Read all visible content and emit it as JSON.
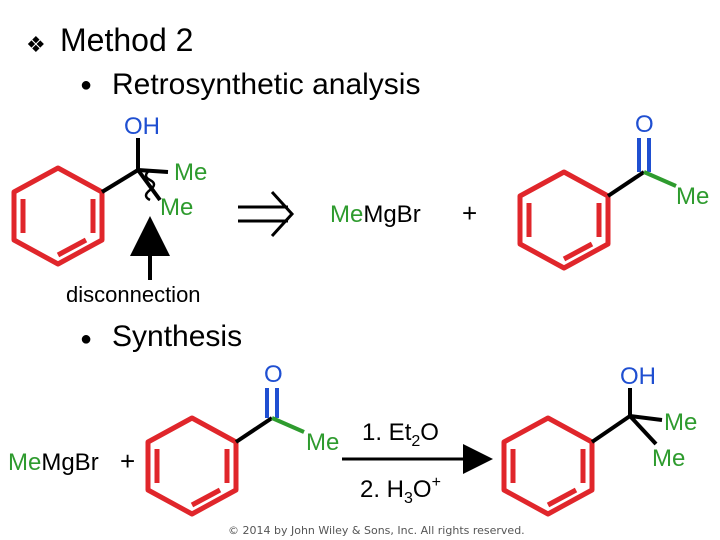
{
  "heading": {
    "bullet_glyph": "❖",
    "title": "Method 2"
  },
  "retro": {
    "bullet_glyph": "●",
    "label": "Retrosynthetic analysis",
    "product": {
      "oh": "OH",
      "me1": "Me",
      "me2": "Me",
      "disconnection": "disconnection"
    },
    "reagent": {
      "me": "Me",
      "mgbr": "MgBr"
    },
    "plus": "+",
    "ketone": {
      "o": "O",
      "me": "Me"
    }
  },
  "synthesis": {
    "bullet_glyph": "●",
    "label": "Synthesis",
    "reagent": {
      "me": "Me",
      "mgbr": "MgBr"
    },
    "plus": "+",
    "ketone": {
      "o": "O",
      "me": "Me"
    },
    "step1": {
      "prefix": "1. Et",
      "sub": "2",
      "suffix": "O"
    },
    "step2": {
      "prefix": "2. H",
      "sub": "3",
      "mid": "O",
      "sup": "+"
    },
    "product": {
      "oh": "OH",
      "me1": "Me",
      "me2": "Me"
    }
  },
  "footer": {
    "copyright": "© 2014 by John Wiley & Sons, Inc. All rights reserved."
  },
  "colors": {
    "ring": "#e0262b",
    "carbonyl_o": "#1f4fd1",
    "methyl": "#2e9b2e",
    "text": "#000000"
  }
}
